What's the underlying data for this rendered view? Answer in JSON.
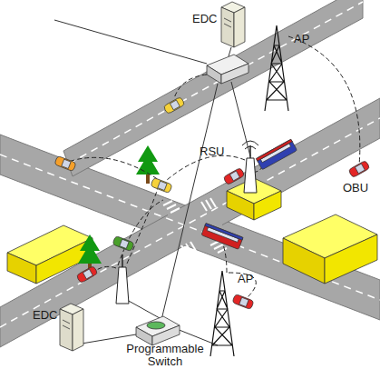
{
  "diagram": {
    "labels": [
      "EDC",
      "AP",
      "RSU",
      "OBU",
      "AP",
      "EDC",
      "Programmable Switch"
    ]
  }
}
